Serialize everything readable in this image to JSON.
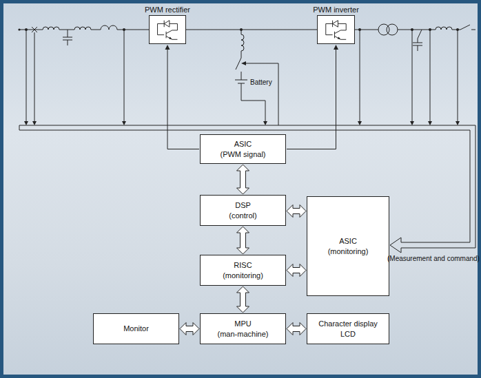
{
  "diagram": {
    "nodes": [
      {
        "text": [
          "PWM rectifier"
        ]
      },
      {
        "text": [
          "PWM inverter"
        ]
      },
      {
        "text": [
          "ASIC (PWM signal)"
        ]
      },
      {
        "text": [
          "DSP (control)"
        ]
      },
      {
        "text": [
          "ASIC (monitoring)"
        ]
      },
      {
        "text": [
          "RISC (monitoring)"
        ]
      },
      {
        "text": [
          "Monitor"
        ]
      },
      {
        "text": [
          "MPU (man-machine)"
        ]
      },
      {
        "text": [
          "Character display LCD"
        ]
      }
    ],
    "edges": [
      {
        "from": 2,
        "to": 0,
        "arrow": "to"
      },
      {
        "from": 2,
        "to": 1,
        "arrow": "to"
      },
      {
        "from": 2,
        "to": 3,
        "arrow": "both"
      },
      {
        "from": 3,
        "to": 4,
        "arrow": "both"
      },
      {
        "from": 3,
        "to": 5,
        "arrow": "both"
      },
      {
        "from": 5,
        "to": 4,
        "arrow": "both"
      },
      {
        "from": 5,
        "to": 7,
        "arrow": "both"
      },
      {
        "from": 6,
        "to": 7,
        "arrow": "both"
      },
      {
        "from": 7,
        "to": 8,
        "arrow": "both"
      }
    ],
    "labels": [
      "Battery",
      "(Measurement and command)"
    ]
  }
}
